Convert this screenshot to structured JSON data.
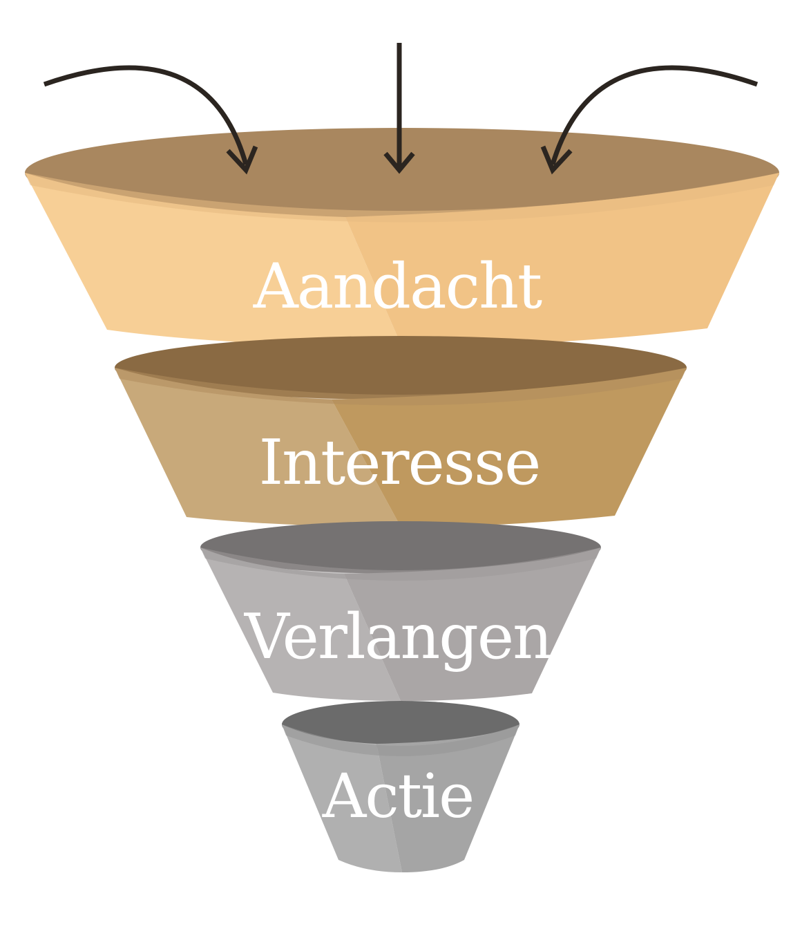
{
  "diagram": {
    "stages": [
      {
        "label": "Aandacht",
        "colors": {
          "top": "#a9875f",
          "topDark": "#8a6a48",
          "left": "#f7cf96",
          "right": "#f1c386",
          "rim": "#e6b982"
        }
      },
      {
        "label": "Interesse",
        "colors": {
          "top": "#8a6a43",
          "topDark": "#6e5131",
          "left": "#c8a97a",
          "right": "#bf995f",
          "rim": "#b08d5c"
        }
      },
      {
        "label": "Verlangen",
        "colors": {
          "top": "#757272",
          "topDark": "#5f5c5c",
          "left": "#b6b3b3",
          "right": "#aaa6a6",
          "rim": "#9d9999"
        }
      },
      {
        "label": "Actie",
        "colors": {
          "top": "#6b6b6b",
          "topDark": "#555555",
          "left": "#b0b0b0",
          "right": "#a5a5a5",
          "rim": "#969696"
        }
      }
    ],
    "arrows": [
      {
        "name": "left-curved-arrow"
      },
      {
        "name": "center-straight-arrow"
      },
      {
        "name": "right-curved-arrow"
      }
    ],
    "arrowColor": "#2b2520"
  }
}
